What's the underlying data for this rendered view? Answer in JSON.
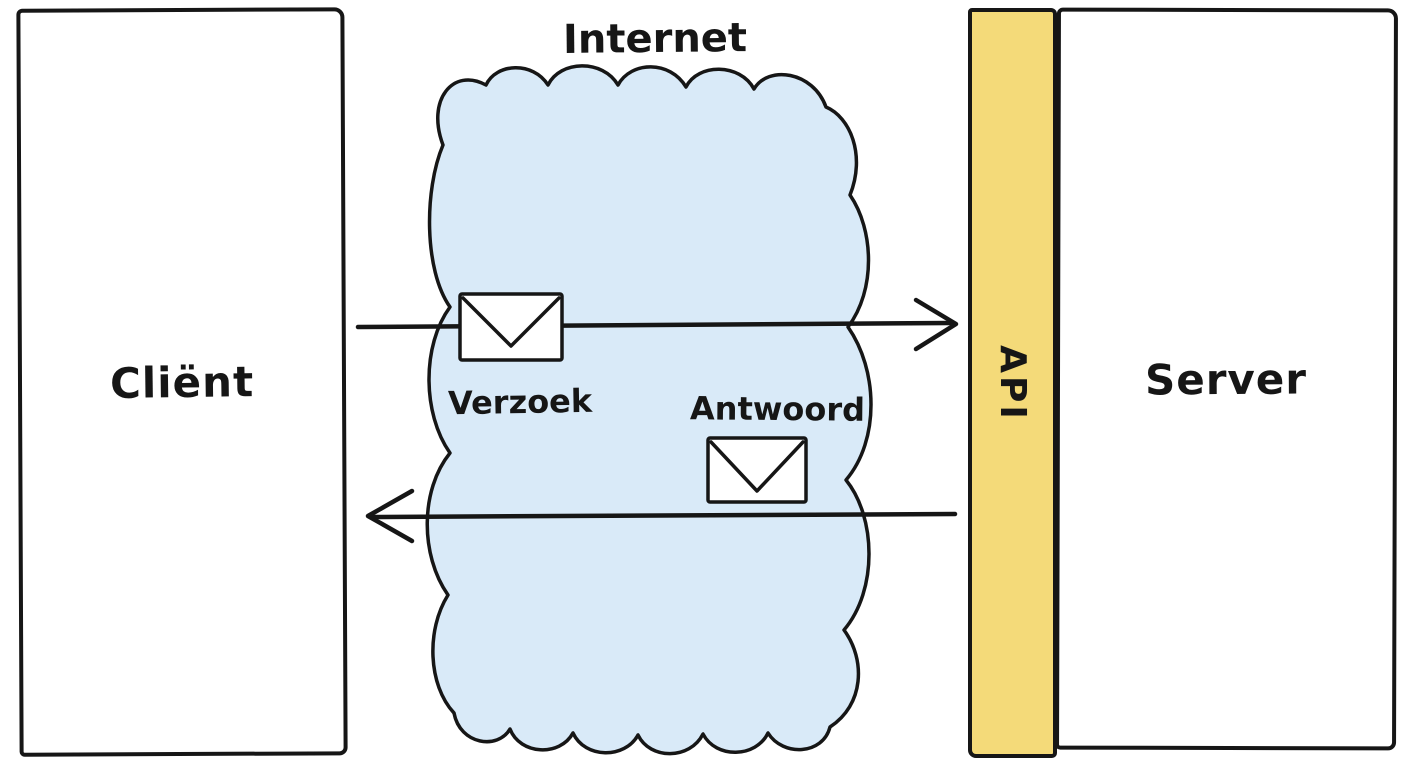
{
  "diagram": {
    "title": "Internet",
    "client": {
      "label": "Cliënt"
    },
    "server": {
      "label": "Server"
    },
    "api": {
      "label": "API"
    },
    "request": {
      "label": "Verzoek"
    },
    "response": {
      "label": "Antwoord"
    },
    "icons": {
      "request_envelope": "envelope-icon",
      "response_envelope": "envelope-icon"
    }
  },
  "colors": {
    "cloud-fill": "#d9eaf8",
    "api-fill": "#f4da79",
    "ink": "#161616",
    "background": "#ffffff"
  }
}
